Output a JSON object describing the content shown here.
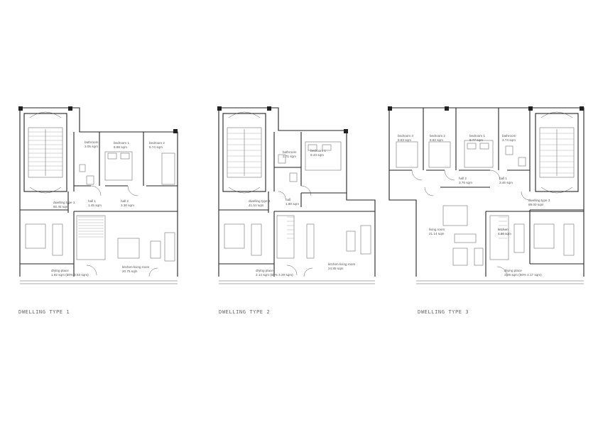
{
  "plans": [
    {
      "title": "DWELLING TYPE 1",
      "rooms": [
        {
          "name": "bathroom",
          "area": "3.05 sqm"
        },
        {
          "name": "bedroom 1",
          "area": "8.98 sqm"
        },
        {
          "name": "bedroom 2",
          "area": "9.74 sqm"
        },
        {
          "name": "hall 2",
          "area": "3.30 sqm"
        },
        {
          "name": "hall 1",
          "area": "1.45 sqm"
        },
        {
          "name": "dwelling type 1",
          "area": "60.45 sqm"
        },
        {
          "name": "kitchen-living room",
          "area": "20.75 sqm"
        },
        {
          "name": "drying place",
          "area": "1.92 sqm (50% 3.83 sqm)"
        }
      ]
    },
    {
      "title": "DWELLING TYPE 2",
      "rooms": [
        {
          "name": "bathroom",
          "area": "3.71 sqm"
        },
        {
          "name": "bedroom 1",
          "area": "9.43 sqm"
        },
        {
          "name": "hall",
          "area": "1.80 sqm"
        },
        {
          "name": "dwelling type 2",
          "area": "41.51 sqm"
        },
        {
          "name": "kitchen-living room",
          "area": "24.85 sqm"
        },
        {
          "name": "drying place",
          "area": "2.14 sqm (50% 4.29 sqm)"
        }
      ]
    },
    {
      "title": "DWELLING TYPE 3",
      "rooms": [
        {
          "name": "bedroom 3",
          "area": "8.83 sqm"
        },
        {
          "name": "bedroom 2",
          "area": "8.82 sqm"
        },
        {
          "name": "bedroom 1",
          "area": "8.77 sqm"
        },
        {
          "name": "bathroom",
          "area": "3.74 sqm"
        },
        {
          "name": "hall 2",
          "area": "3.76 sqm"
        },
        {
          "name": "hall 1",
          "area": "3.46 sqm"
        },
        {
          "name": "dwelling type 3",
          "area": "89.00 sqm"
        },
        {
          "name": "living room",
          "area": "21.14 sqm"
        },
        {
          "name": "kitchen",
          "area": "4.86 sqm"
        },
        {
          "name": "drying place",
          "area": "3.09 sqm (50% 4.17 sqm)"
        }
      ]
    }
  ]
}
